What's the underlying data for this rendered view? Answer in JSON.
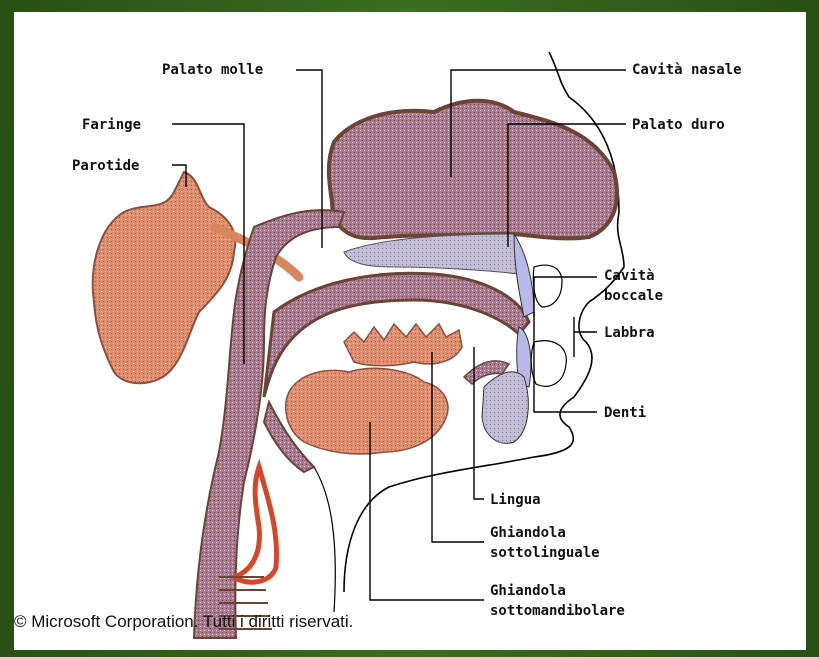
{
  "labels": {
    "palato_molle": "Palato molle",
    "faringe": "Faringe",
    "parotide": "Parotide",
    "cavita_nasale": "Cavità nasale",
    "palato_duro": "Palato duro",
    "cavita_boccale_1": "Cavità",
    "cavita_boccale_2": "boccale",
    "labbra": "Labbra",
    "denti": "Denti",
    "lingua": "Lingua",
    "ghiandola_sottolinguale_1": "Ghiandola",
    "ghiandola_sottolinguale_2": "sottolinguale",
    "ghiandola_sottomandibolare_1": "Ghiandola",
    "ghiandola_sottomandibolare_2": "sottomandibolare"
  },
  "copyright": "© Microsoft Corporation. Tutti i diritti riservati.",
  "colors": {
    "frame": "#2f5a1b",
    "tissue_purple": "#9b6a86",
    "tissue_brown": "#6b4436",
    "gland_orange": "#d98a68",
    "palate_grey": "#b9b4c9",
    "outline": "#000000"
  }
}
